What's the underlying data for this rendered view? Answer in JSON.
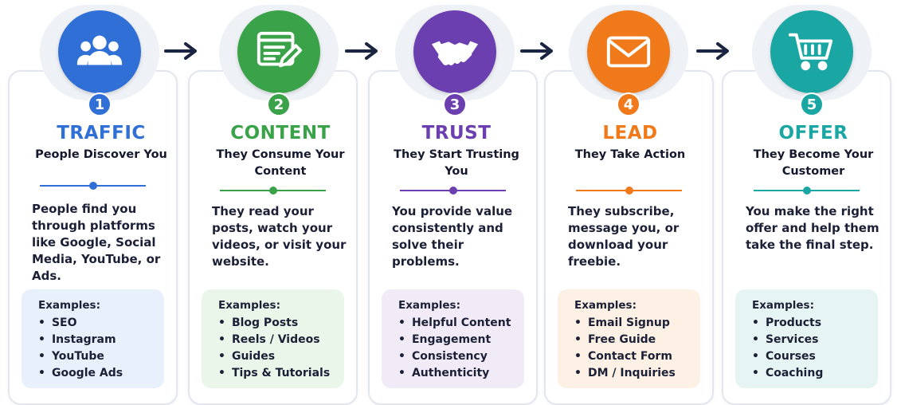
{
  "stages": [
    {
      "number": "1",
      "title": "TRAFFIC",
      "subtitle": "People Discover You",
      "description": "People find you through platforms like Google, Social Media, YouTube, or Ads.",
      "examples_heading": "Examples:",
      "examples": [
        "SEO",
        "Instagram",
        "YouTube",
        "Google Ads"
      ],
      "color": "#2f6fd6",
      "tint": "#e8f0fb",
      "icon": "users-icon"
    },
    {
      "number": "2",
      "title": "CONTENT",
      "subtitle": "They Consume Your Content",
      "description": "They read your posts, watch your videos, or visit your website.",
      "examples_heading": "Examples:",
      "examples": [
        "Blog Posts",
        "Reels / Videos",
        "Guides",
        "Tips & Tutorials"
      ],
      "color": "#3aa34a",
      "tint": "#eaf6ea",
      "icon": "browser-edit-icon"
    },
    {
      "number": "3",
      "title": "TRUST",
      "subtitle": "They Start Trusting You",
      "description": "You provide value consistently and solve their problems.",
      "examples_heading": "Examples:",
      "examples": [
        "Helpful Content",
        "Engagement",
        "Consistency",
        "Authenticity"
      ],
      "color": "#6b3fb0",
      "tint": "#f1ebf8",
      "icon": "handshake-icon"
    },
    {
      "number": "4",
      "title": "LEAD",
      "subtitle": "They Take Action",
      "description": "They subscribe, message you, or download your freebie.",
      "examples_heading": "Examples:",
      "examples": [
        "Email Signup",
        "Free Guide",
        "Contact Form",
        "DM / Inquiries"
      ],
      "color": "#f07a1a",
      "tint": "#fdf0e4",
      "icon": "envelope-icon"
    },
    {
      "number": "5",
      "title": "OFFER",
      "subtitle": "They Become Your Customer",
      "description": "You make the right offer and help them take the final step.",
      "examples_heading": "Examples:",
      "examples": [
        "Products",
        "Services",
        "Courses",
        "Coaching"
      ],
      "color": "#1aa7a3",
      "tint": "#e6f5f4",
      "icon": "cart-icon"
    }
  ],
  "arrow_color": "#1b2440"
}
